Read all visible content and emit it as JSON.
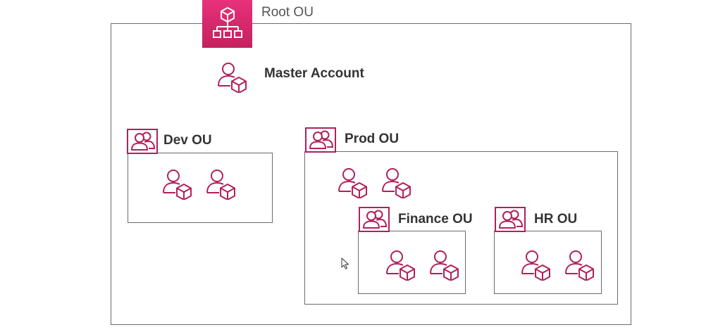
{
  "colors": {
    "accent": "#b0205c",
    "root_badge": "#d62a6c",
    "border": "#6b6b6b",
    "text": "#333333"
  },
  "root": {
    "label": "Root OU",
    "icon": "organizations-icon"
  },
  "master_account": {
    "label": "Master Account",
    "icon": "account-icon"
  },
  "ous": [
    {
      "label": "Dev OU",
      "icon": "users-icon",
      "accounts": 2
    },
    {
      "label": "Prod OU",
      "icon": "users-icon",
      "accounts": 2
    },
    {
      "label": "Finance OU",
      "icon": "users-icon",
      "accounts": 2
    },
    {
      "label": "HR OU",
      "icon": "users-icon",
      "accounts": 2
    }
  ]
}
